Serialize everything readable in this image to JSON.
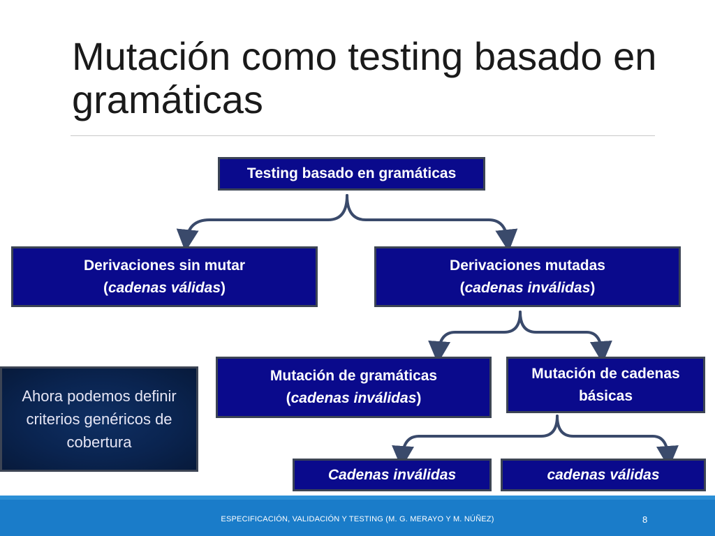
{
  "slide": {
    "title": "Mutación como testing basado en gramáticas",
    "page_number": "8",
    "footer_text": "ESPECIFICACIÓN, VALIDACIÓN Y TESTING (M. G. MERAYO Y M. NÚÑEZ)"
  },
  "diagram": {
    "root": "Testing basado en gramáticas",
    "left": {
      "line1": "Derivaciones sin mutar",
      "italic": "cadenas válidas"
    },
    "right": {
      "line1": "Derivaciones mutadas",
      "italic": "cadenas inválidas"
    },
    "grammar_mutation": {
      "line1": "Mutación de gramáticas",
      "italic": "cadenas inválidas"
    },
    "string_mutation": {
      "line1": "Mutación de cadenas",
      "line2": "básicas"
    },
    "leaf_invalid": "Cadenas inválidas",
    "leaf_valid": "cadenas válidas"
  },
  "note": "Ahora podemos definir criterios genéricos de cobertura",
  "colors": {
    "box_fill": "#0a0a8c",
    "box_border": "#3c4454",
    "connector": "#3a4a6b",
    "footer": "#1a7cc9"
  }
}
